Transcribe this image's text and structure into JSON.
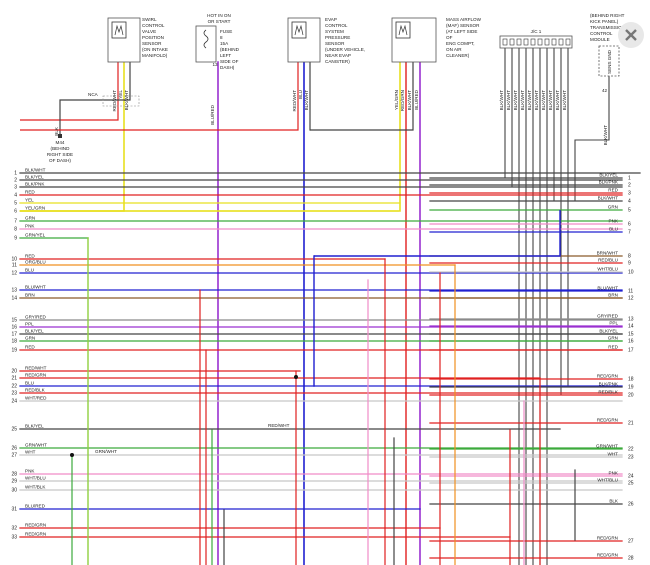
{
  "components": {
    "swirl": [
      "SWIRL",
      "CONTROL",
      "VALVE",
      "POSITION",
      "SENSOR",
      "(ON INTAKE",
      "MANIFOLD)"
    ],
    "fuse": [
      "FUSE",
      "8",
      "15A",
      "(BEHIND",
      "LEFT",
      "SIDE OF",
      "DASH)"
    ],
    "hot": [
      "HOT IN ON",
      "OR START"
    ],
    "evap": [
      "EVAP",
      "CONTROL",
      "SYSTEM",
      "PRESSURE",
      "SENSOR",
      "(UNDER VEHICLE,",
      "NEAR EVAP",
      "CANISTER)"
    ],
    "maf": [
      "MASS AIRFLOW",
      "(MAF) SENSOR",
      "(AT LEFT SIDE",
      "OF",
      "ENG COMPT,",
      "ON AIR",
      "CLEANER)"
    ],
    "jc": "J/C 1",
    "tcm": [
      "(BEHIND RIGHT",
      "KICK PANEL)",
      "TRANSMISSION",
      "CONTROL",
      "MODULE"
    ],
    "tcm_pin": "SENS GND",
    "ground": [
      "M44",
      "(BEHIND",
      "RIGHT SIDE",
      "OF DASH)"
    ],
    "nca": "NCA",
    "fuse_pin": "13"
  },
  "top_wire_labels": {
    "swirl": [
      "RED/WHT",
      "YEL",
      "BLK/WHT"
    ],
    "fuse": "BLU/RED",
    "evap": [
      "RED/WHT",
      "BLU",
      "BLK/WHT"
    ],
    "maf": [
      "YEL/GRN",
      "RED/GRN",
      "BLK/WHT",
      "BLU/RED"
    ],
    "jc": [
      "BLK/WHT",
      "BLK/WHT",
      "BLK/WHT",
      "BLK/WHT",
      "BLK/WHT",
      "BLK/WHT",
      "BLK/WHT",
      "BLK/WHT",
      "BLK/WHT",
      "BLK/WHT"
    ],
    "tcm": "BLK/WHT",
    "ground": "BLK"
  },
  "left_pins": [
    {
      "n": "1",
      "label": "BLK/WHT"
    },
    {
      "n": "2",
      "label": "BLK/YEL"
    },
    {
      "n": "3",
      "label": "BLK/PNK"
    },
    {
      "n": "4",
      "label": "RED"
    },
    {
      "n": "5",
      "label": "YEL"
    },
    {
      "n": "6",
      "label": "YEL/GRN"
    },
    {
      "n": "7",
      "label": "GRN"
    },
    {
      "n": "8",
      "label": "PNK"
    },
    {
      "n": "9",
      "label": "GRN/YEL"
    },
    {
      "n": "10",
      "label": "RED"
    },
    {
      "n": "11",
      "label": "ORG/BLU"
    },
    {
      "n": "12",
      "label": "BLU"
    },
    {
      "n": "13",
      "label": "BLU/WHT"
    },
    {
      "n": "14",
      "label": "BRN"
    },
    {
      "n": "15",
      "label": "GRY/RED"
    },
    {
      "n": "16",
      "label": "PPL"
    },
    {
      "n": "17",
      "label": "BLK/YEL"
    },
    {
      "n": "18",
      "label": "GRN"
    },
    {
      "n": "19",
      "label": "RED"
    },
    {
      "n": "20",
      "label": "RED/WHT"
    },
    {
      "n": "21",
      "label": "RED/GRN"
    },
    {
      "n": "22",
      "label": "BLU"
    },
    {
      "n": "23",
      "label": "RED/BLK"
    },
    {
      "n": "24",
      "label": "WHT/RED"
    },
    {
      "n": "25",
      "label": "BLK/YEL"
    },
    {
      "n": "26",
      "label": "GRN/WHT"
    },
    {
      "n": "27",
      "label": "WHT"
    },
    {
      "n": "28",
      "label": "PNK"
    },
    {
      "n": "29",
      "label": "WHT/BLU"
    },
    {
      "n": "30",
      "label": "WHT/BLK"
    },
    {
      "n": "31",
      "label": "BLU/RED"
    },
    {
      "n": "32",
      "label": "RED/GRN"
    },
    {
      "n": "33",
      "label": "RED/GRN"
    }
  ],
  "right_pins": [
    {
      "n": "1",
      "label": "BLK/YEL"
    },
    {
      "n": "2",
      "label": "BLK/PNK"
    },
    {
      "n": "3",
      "label": "RED"
    },
    {
      "n": "4",
      "label": "BLK/WHT"
    },
    {
      "n": "5",
      "label": "GRN"
    },
    {
      "n": "6",
      "label": "PNK"
    },
    {
      "n": "7",
      "label": "BLU"
    },
    {
      "n": "8",
      "label": "BRN/WHT"
    },
    {
      "n": "9",
      "label": "RED/BLU"
    },
    {
      "n": "10",
      "label": "WHT/BLU"
    },
    {
      "n": "11",
      "label": "BLU/WHT"
    },
    {
      "n": "12",
      "label": "BRN"
    },
    {
      "n": "13",
      "label": "GRY/RED"
    },
    {
      "n": "14",
      "label": "PPL"
    },
    {
      "n": "15",
      "label": "BLK/YEL"
    },
    {
      "n": "16",
      "label": "GRN"
    },
    {
      "n": "17",
      "label": "RED"
    },
    {
      "n": "18",
      "label": "RED/GRN"
    },
    {
      "n": "19",
      "label": "BLK/PNK"
    },
    {
      "n": "20",
      "label": "RED/BLK"
    },
    {
      "n": "21",
      "label": "RED/GRN"
    },
    {
      "n": "22",
      "label": "GRN/WHT"
    },
    {
      "n": "23",
      "label": "WHT"
    },
    {
      "n": "24",
      "label": "PNK"
    },
    {
      "n": "25",
      "label": "WHT/BLU"
    },
    {
      "n": "26",
      "label": "BLK"
    },
    {
      "n": "27",
      "label": "RED/GRN"
    },
    {
      "n": "28",
      "label": "RED/GRN"
    }
  ],
  "mid_labels": {
    "red_wht_20": "RED/WHT",
    "grn_wht_26": "GRN/WHT"
  },
  "colors": {
    "BLK": "#444444",
    "RED": "#e02020",
    "YEL": "#e8e020",
    "GRN": "#3caa3c",
    "PNK": "#f08cc8",
    "BLU": "#2020d0",
    "PPL": "#9a30d0",
    "BRN": "#8a5a2a",
    "GRY": "#8a8a8a",
    "WHT": "#c8c8c8",
    "ORG": "#f09020",
    "LGN": "#90d040"
  }
}
